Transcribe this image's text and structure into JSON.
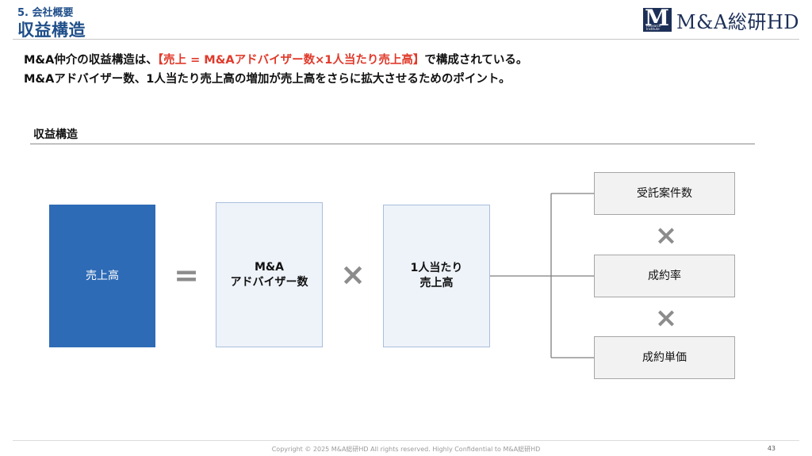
{
  "header": {
    "section": "5. 会社概要",
    "title": "収益構造"
  },
  "logo": {
    "mark_letter": "M",
    "mark_sub": "Research Institute",
    "text": "M&A総研HD"
  },
  "intro": {
    "line1_pre": "M&A仲介の収益構造は、",
    "line1_highlight": "【売上 = M&Aアドバイザー数×1人当たり売上高】",
    "line1_post": "で構成されている。",
    "line2": "M&Aアドバイザー数、1人当たり売上高の増加が売上高をさらに拡大させるためのポイント。"
  },
  "colors": {
    "highlight": "#e03a2b",
    "sales_box": "#2e6bb6",
    "title": "#1f4f8a"
  },
  "diagram": {
    "subtitle": "収益構造",
    "sales": "売上高",
    "equals": "=",
    "advisor_line1": "M&A",
    "advisor_line2": "アドバイザー数",
    "times": "×",
    "per_line1": "1人当たり",
    "per_line2": "売上高",
    "components": [
      {
        "label": "受託案件数"
      },
      {
        "label": "成約率"
      },
      {
        "label": "成約単価"
      }
    ]
  },
  "footer": {
    "copyright": "Copyright © 2025 M&A総研HD All rights reserved. Highly Confidential to M&A総研HD",
    "page": "43"
  }
}
